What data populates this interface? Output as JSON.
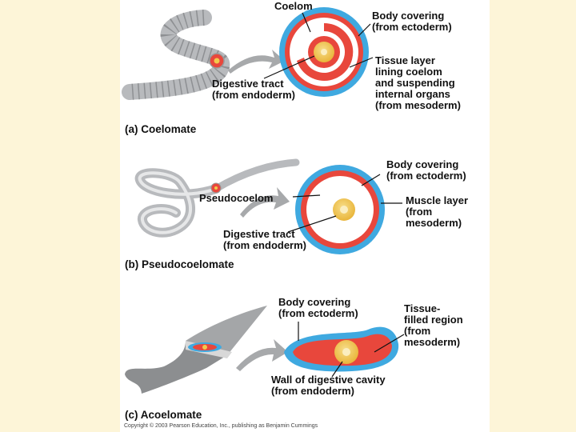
{
  "panel_a": {
    "caption": "(a) Coelomate",
    "coelom": "Coelom",
    "body_covering": "Body covering\n(from ectoderm)",
    "tissue_layer": "Tissue layer\nlining coelom\nand suspending\ninternal organs\n(from mesoderm)",
    "digestive_tract": "Digestive tract\n(from endoderm)"
  },
  "panel_b": {
    "caption": "(b) Pseudocoelomate",
    "body_covering": "Body covering\n(from ectoderm)",
    "pseudocoelom": "Pseudocoelom",
    "muscle_layer": "Muscle layer\n(from\nmesoderm)",
    "digestive_tract": "Digestive tract\n(from endoderm)"
  },
  "panel_c": {
    "caption": "(c) Acoelomate",
    "body_covering": "Body covering\n(from ectoderm)",
    "tissue_filled": "Tissue-\nfilled region\n(from\nmesoderm)",
    "digestive_wall": "Wall of digestive cavity\n(from endoderm)"
  },
  "copyright": "Copyright © 2003 Pearson Education, Inc., publishing as Benjamin Cummings",
  "colors": {
    "ectoderm": "#3fa9e0",
    "mesoderm": "#e8473c",
    "endoderm": "#f2c94c",
    "coelom_space": "#ffffff",
    "worm": "#b8babd",
    "arrow": "#a7a9ab",
    "page_bg": "#fdf5d8"
  }
}
